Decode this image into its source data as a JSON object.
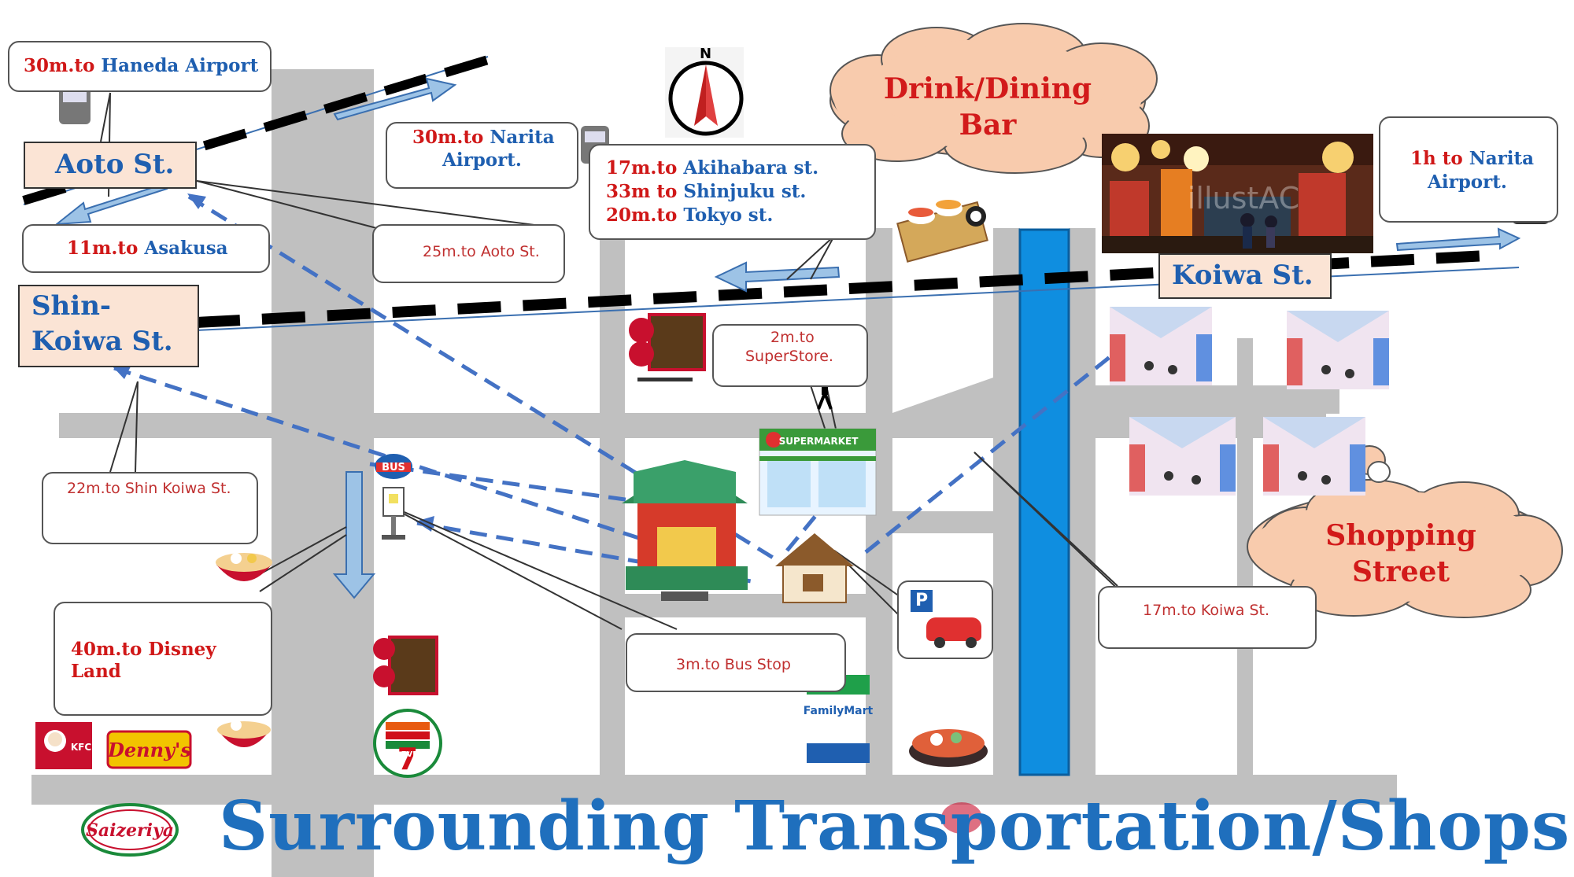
{
  "compass": {
    "label": "N"
  },
  "stations": {
    "aoto": "Aoto St.",
    "shin_koiwa_line1": "Shin-",
    "shin_koiwa_line2": "Koiwa St.",
    "koiwa": "Koiwa St."
  },
  "train_callouts": {
    "haneda": {
      "time": "30m.to",
      "dest": "Haneda Airport"
    },
    "asakusa": {
      "time": "11m.to",
      "dest": "Asakusa"
    },
    "narita_aoto": {
      "time": "30m.to",
      "dest": "Narita",
      "dest2": "Airport."
    },
    "jr_line1": {
      "time": "17m.to",
      "dest": "Akihabara st."
    },
    "jr_line2": {
      "time": "33m to",
      "dest": "Shinjuku st."
    },
    "jr_line3": {
      "time": "20m.to",
      "dest": "Tokyo st."
    },
    "narita_koiwa": {
      "time": "1h to",
      "dest": "Narita",
      "dest2": "Airport."
    },
    "disney": {
      "line1": "40m.to Disney",
      "line2": "Land"
    }
  },
  "walk_callouts": {
    "aoto": "25m.to Aoto St.",
    "shin_koiwa": "22m.to Shin Koiwa St.",
    "superstore_line1": "2m.to",
    "superstore_line2": "SuperStore.",
    "bus_stop": "3m.to Bus Stop",
    "koiwa": "17m.to Koiwa St."
  },
  "clouds": {
    "drink_line1": "Drink/Dining",
    "drink_line2": "Bar",
    "shopping_line1": "Shopping",
    "shopping_line2": "Street"
  },
  "shops": {
    "bus_sign": "BUS",
    "supermarket_sign": "SUPERMARKET",
    "familymart": "FamilyMart",
    "seven_eleven": "7",
    "seven_eleven_sub": "ELEVEN",
    "kfc": "KFC",
    "dennys": "Denny's",
    "saizeriya": "Saizeriya",
    "parking": "P",
    "watermark": "illustAC"
  },
  "title": "Surrounding Transportation/Shops",
  "colors": {
    "road": "#c0c0c0",
    "river": "#0f8ee0",
    "route_dashed": "#4472c4",
    "arrow_fill": "#9dc3e6",
    "station_fill": "#fbe4d5",
    "cloud_fill": "#f8cbad",
    "title": "#1f6fbd",
    "time_red": "#d01818",
    "dest_blue": "#1f5fb0"
  }
}
